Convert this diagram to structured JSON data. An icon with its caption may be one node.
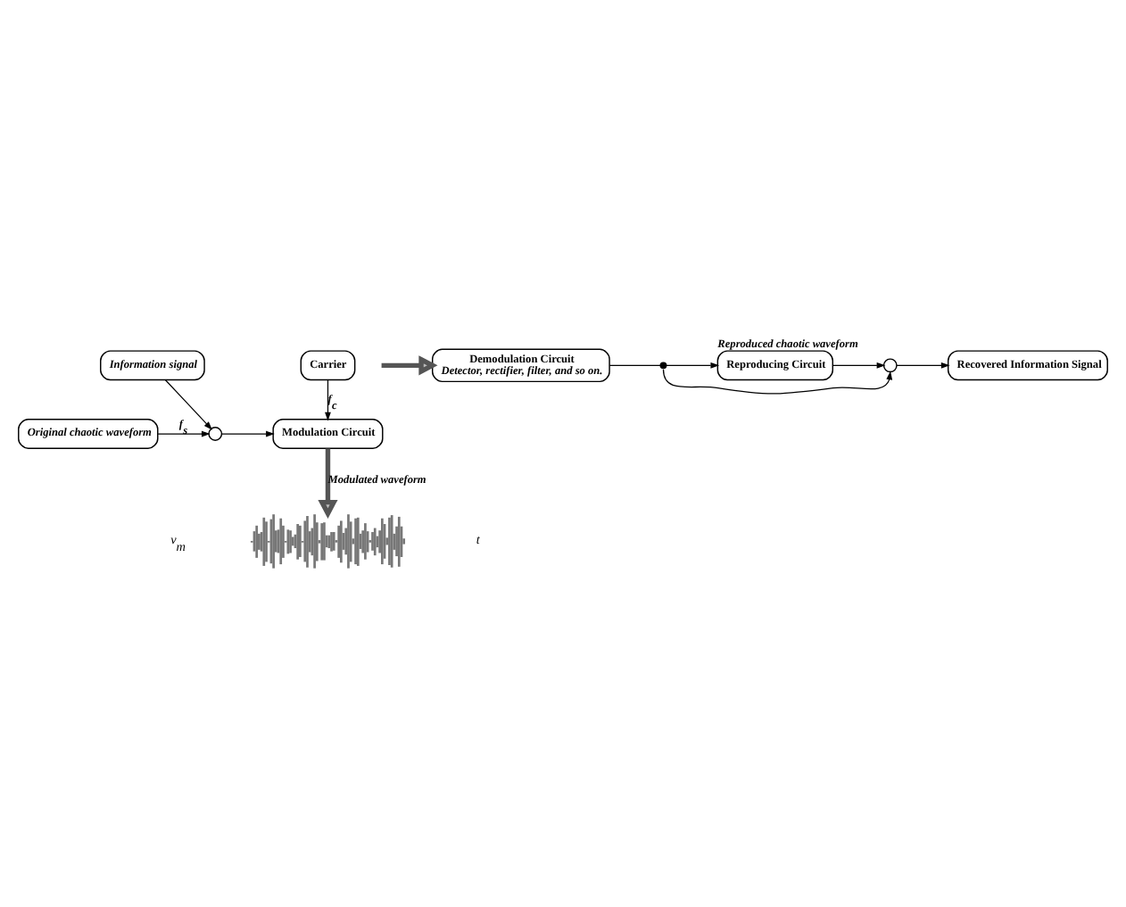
{
  "diagram": {
    "nodes": [
      {
        "text": [
          "Information signal"
        ]
      },
      {
        "text": [
          "Carrier"
        ]
      },
      {
        "text": [
          "Original chaotic waveform"
        ]
      },
      {
        "text": [],
        "shape": "circle"
      },
      {
        "text": [
          "Modulation Circuit"
        ]
      },
      {
        "text": [],
        "shape": "picture"
      },
      {
        "text": [
          "Demodulation Circuit",
          "Detector, rectifier, filter, and so on."
        ]
      },
      {
        "text": [],
        "shape": "circle"
      },
      {
        "text": [
          "Reproducing Circuit"
        ],
        "beside": [
          "Reproduced chaotic waveform"
        ]
      },
      {
        "text": [],
        "shape": "circle"
      },
      {
        "text": [
          "Recovered Information Signal"
        ]
      }
    ],
    "edges": [
      {
        "from": 0,
        "to": 3,
        "arrow": "to"
      },
      {
        "from": 2,
        "to": 3,
        "arrow": "to",
        "label": "f$_{s}$"
      },
      {
        "from": 1,
        "to": 4,
        "arrow": "to",
        "label": "f$_{c}$"
      },
      {
        "from": 3,
        "to": 4,
        "arrow": "to"
      },
      {
        "from": 4,
        "to": 5,
        "arrow": "to",
        "style": "thick",
        "label": "Modulated waveform"
      },
      {
        "from": null,
        "to": 6,
        "arrow": "to",
        "style": "thick"
      },
      {
        "from": 6,
        "to": 7,
        "arrow": "none"
      },
      {
        "from": 7,
        "to": 8,
        "arrow": "to"
      },
      {
        "from": 8,
        "to": 9,
        "arrow": "to"
      },
      {
        "from": 7,
        "to": 9,
        "arrow": "to"
      },
      {
        "from": 9,
        "to": 10,
        "arrow": "to"
      }
    ],
    "labels": [
      "v$_{m}$",
      "t"
    ]
  }
}
